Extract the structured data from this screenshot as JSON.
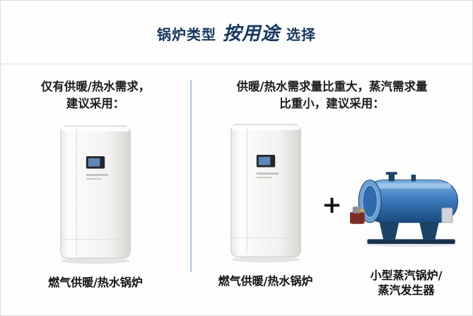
{
  "header": {
    "title_prefix": "锅炉类型",
    "title_emphasis": "按用途",
    "title_suffix": "选择"
  },
  "left_section": {
    "heading_line1": "仅有供暖/热水需求，",
    "heading_line2": "建议采用：",
    "boiler_label": "燃气供暖/热水锅炉"
  },
  "right_section": {
    "heading_line1": "供暖/热水需求量比重大，蒸汽需求量",
    "heading_line2": "比重小，建议采用：",
    "plus_sign": "+",
    "boiler_label": "燃气供暖/热水锅炉",
    "steam_label_line1": "小型蒸汽锅炉/",
    "steam_label_line2": "蒸汽发生器"
  },
  "colors": {
    "title_navy": "#17375e",
    "column_divider_blue": "#aac6e4",
    "steam_boiler_blue": "#3c7bbd",
    "burner_red": "#7d2d25"
  }
}
